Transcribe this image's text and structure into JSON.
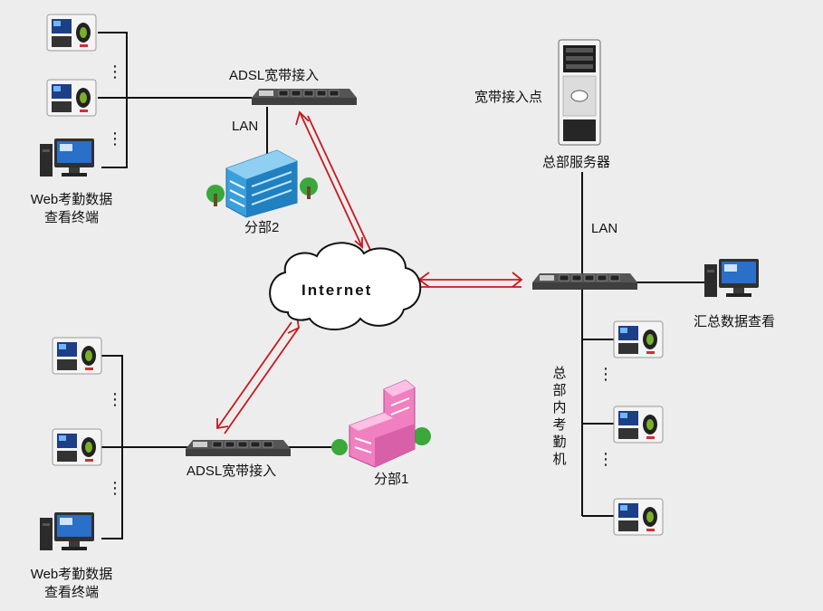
{
  "center": {
    "internet": "Internet"
  },
  "branch2": {
    "adsl": "ADSL宽带接入",
    "lan": "LAN",
    "name": "分部2",
    "web_terminal_line1": "Web考勤数据",
    "web_terminal_line2": "查看终端"
  },
  "branch1": {
    "adsl": "ADSL宽带接入",
    "name": "分部1",
    "web_terminal_line1": "Web考勤数据",
    "web_terminal_line2": "查看终端"
  },
  "hq": {
    "access_point": "宽带接入点",
    "server": "总部服务器",
    "lan": "LAN",
    "summary_view": "汇总数据查看",
    "attendance_machines": "总部内考勤机"
  },
  "ellipsis": "⋮",
  "colors": {
    "link_red": "#c8191e",
    "line": "#111111",
    "building_blue": "#3aa0dc",
    "building_pink": "#f080c0",
    "tree_green": "#3aa83a"
  }
}
